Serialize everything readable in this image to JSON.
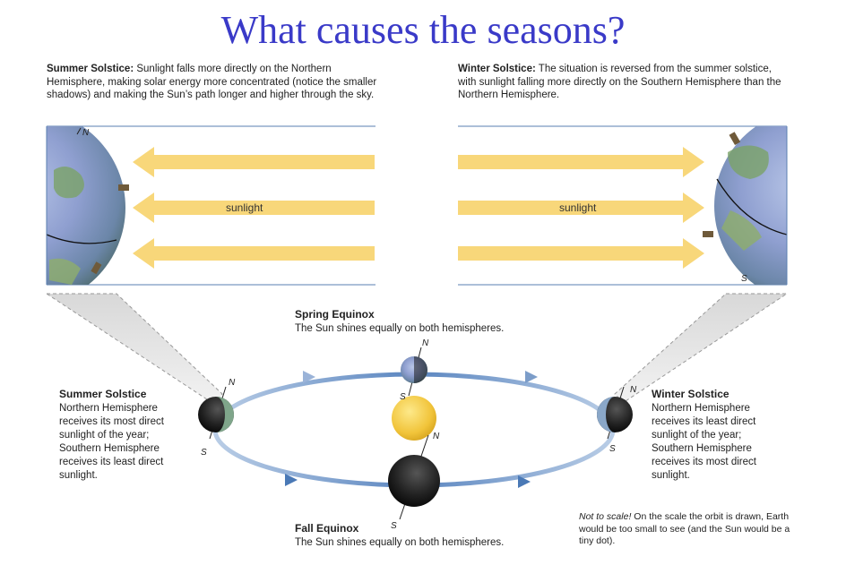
{
  "title": "What causes the seasons?",
  "summer_caption": {
    "heading": "Summer Solstice:",
    "text": " Sunlight falls more directly on the Northern Hemisphere, making solar energy more concentrated (notice the smaller shadows) and making the Sun’s path longer and higher through the sky."
  },
  "winter_caption": {
    "heading": "Winter Solstice:",
    "text": " The situation is reversed from the summer solstice, with sunlight falling more directly on the Southern Hemisphere than the Northern Hemisphere."
  },
  "sunlight_label": "sunlight",
  "pole_n": "N",
  "pole_s": "S",
  "spring": {
    "heading": "Spring Equinox",
    "text": "The Sun shines equally on both hemispheres."
  },
  "fall": {
    "heading": "Fall Equinox",
    "text": "The Sun shines equally on both hemispheres."
  },
  "summer": {
    "heading": "Summer Solstice",
    "text": "Northern Hemisphere receives its most direct sunlight of the year; Southern Hemisphere receives its least direct sunlight."
  },
  "winter": {
    "heading": "Winter Solstice",
    "text": "Northern Hemisphere receives its least direct sunlight of the year; Southern Hemisphere receives its most direct sunlight."
  },
  "note": {
    "emph": "Not to scale!",
    "text": " On the scale the orbit is drawn, Earth would be too small to see (and the Sun would be a tiny dot)."
  },
  "colors": {
    "title": "#3a3ac8",
    "arrow": "#f8d77a",
    "orbit": "#7c9dc9",
    "panel_border": "#5a7fb0",
    "sun": "#f1c43a"
  }
}
